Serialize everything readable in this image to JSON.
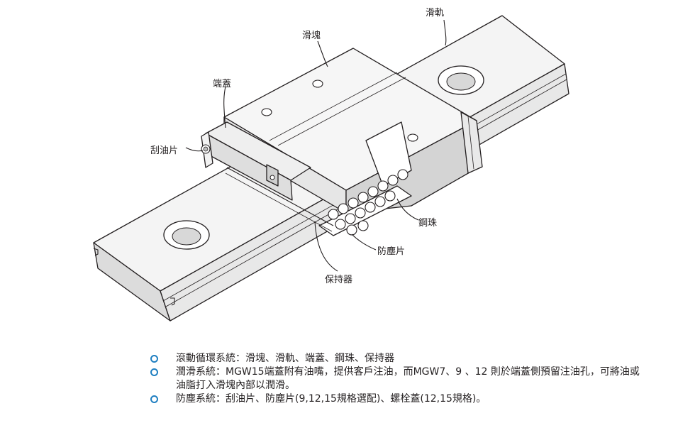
{
  "labels": {
    "rail": "滑軌",
    "block": "滑塊",
    "end_cap": "端蓋",
    "scraper": "刮油片",
    "ball": "鋼珠",
    "dust_plate": "防塵片",
    "retainer": "保持器"
  },
  "notes": [
    {
      "text": "滾動循環系統：滑塊、滑軌、端蓋、鋼珠、保持器"
    },
    {
      "text": "潤滑系統：MGW15端蓋附有油嘴，提供客戶注油，而MGW7、9 、12 則於端蓋側預留注油孔，可將油或油脂打入滑塊內部以潤滑。"
    },
    {
      "text": "防塵系統：刮油片、防塵片(9,12,15規格選配)、螺栓蓋(12,15規格)。"
    }
  ],
  "colors": {
    "bullet": "#1f7fc1",
    "line": "#231f20",
    "face_light": "#f4f4f4",
    "face_mid": "#e3e3e3",
    "face_dark": "#cfcfcf"
  }
}
